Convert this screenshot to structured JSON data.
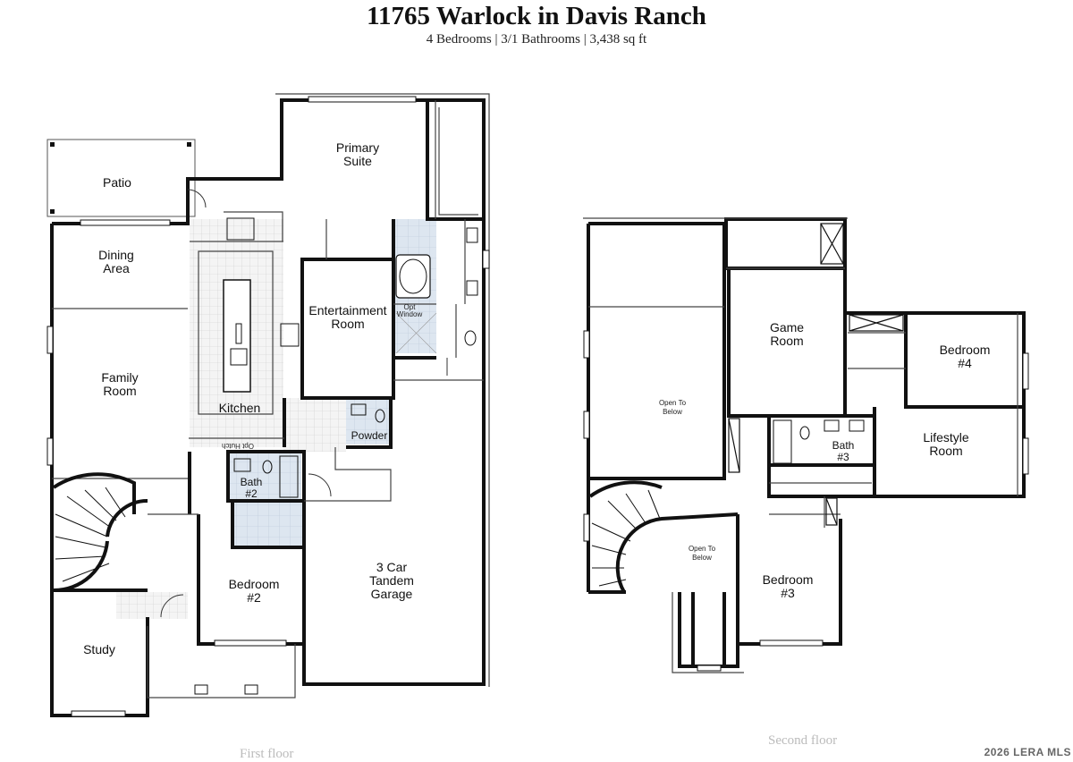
{
  "header": {
    "title": "11765 Warlock in Davis Ranch",
    "subtitle": "4 Bedrooms | 3/1 Bathrooms | 3,438 sq ft"
  },
  "first_floor": {
    "caption": "First floor",
    "rooms": {
      "patio": "Patio",
      "primary_suite_1": "Primary",
      "primary_suite_2": "Suite",
      "dining_1": "Dining",
      "dining_2": "Area",
      "family_1": "Family",
      "family_2": "Room",
      "kitchen": "Kitchen",
      "entertainment_1": "Entertainment",
      "entertainment_2": "Room",
      "opt_window_1": "Opt",
      "opt_window_2": "Window",
      "powder": "Powder",
      "opt_hutch": "Opt Hutch",
      "bath2_1": "Bath",
      "bath2_2": "#2",
      "bedroom2_1": "Bedroom",
      "bedroom2_2": "#2",
      "garage_1": "3 Car",
      "garage_2": "Tandem",
      "garage_3": "Garage",
      "study": "Study"
    }
  },
  "second_floor": {
    "caption": "Second floor",
    "rooms": {
      "open_below_1a": "Open To",
      "open_below_1b": "Below",
      "game_1": "Game",
      "game_2": "Room",
      "bedroom4_1": "Bedroom",
      "bedroom4_2": "#4",
      "bath3_1": "Bath",
      "bath3_2": "#3",
      "lifestyle_1": "Lifestyle",
      "lifestyle_2": "Room",
      "open_below_2a": "Open To",
      "open_below_2b": "Below",
      "bedroom3_1": "Bedroom",
      "bedroom3_2": "#3"
    }
  },
  "watermark": "2026 LERA MLS",
  "colors": {
    "wall": "#111111",
    "wet_area": "#dde6f0",
    "tile": "#f2f2f2"
  }
}
